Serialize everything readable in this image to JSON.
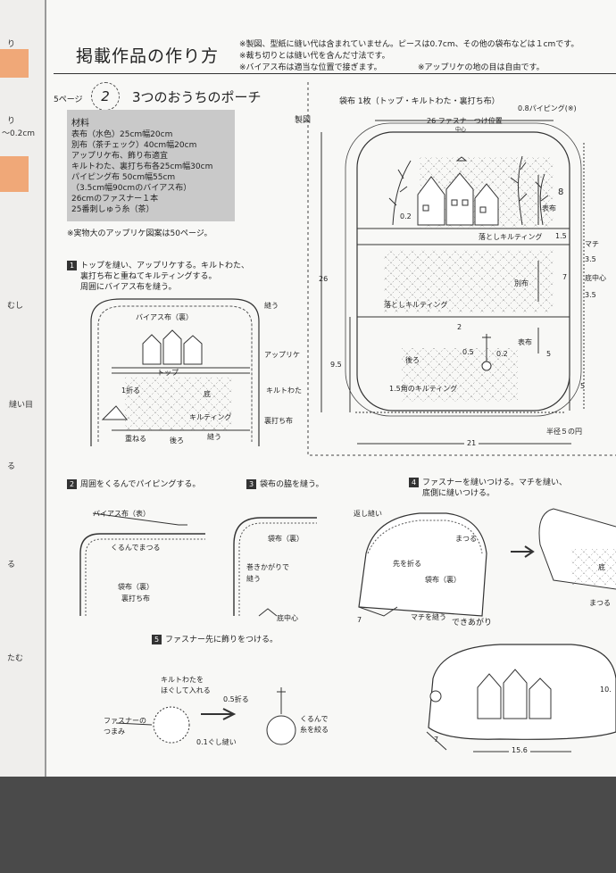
{
  "header": {
    "title": "掲載作品の作り方",
    "note1": "※製図、型紙に縫い代は含まれていません。ピースは0.7cm、その他の袋布などは１cmです。",
    "note2": "※裁ち切りとは縫い代を含んだ寸法です。",
    "note3a": "※バイアス布は適当な位置で接ぎます。",
    "note3b": "※アップリケの地の目は自由です。"
  },
  "project": {
    "page_ref": "5ページ",
    "number": "2",
    "title": "3つのおうちのポーチ"
  },
  "materials": {
    "heading": "材料",
    "items": [
      "表布（水色）25cm幅20cm",
      "別布（茶チェック）40cm幅20cm",
      "アップリケ布、飾り布適宜",
      "キルトわた、裏打ち布各25cm幅30cm",
      "パイピング布 50cm幅55cm",
      "（3.5cm幅90cmのバイアス布）",
      "26cmのファスナー１本",
      "25番刺しゅう糸（茶）"
    ],
    "note": "※実物大のアップリケ図案は50ページ。"
  },
  "left_strip": [
    "り",
    "り",
    "～0.2cm",
    "むし",
    "縫い目",
    "る",
    "る",
    "たむ"
  ],
  "steps": [
    {
      "num": "1",
      "text": [
        "トップを縫い、アップリケする。キルトわた、",
        "裏打ち布と重ねてキルティングする。",
        "周囲にバイアス布を縫う。"
      ]
    },
    {
      "num": "2",
      "text": [
        "周囲をくるんでパイピングする。"
      ]
    },
    {
      "num": "3",
      "text": [
        "袋布の脇を縫う。"
      ]
    },
    {
      "num": "4",
      "text": [
        "ファスナーを縫いつける。マチを縫い、",
        "底側に縫いつける。"
      ]
    },
    {
      "num": "5",
      "text": [
        "ファスナー先に飾りをつける。"
      ]
    }
  ],
  "pattern": {
    "title": "袋布 1枚（トップ・キルトわた・裏打ち布）",
    "label": "製図",
    "zipper_pos": "26 ファスナーつけ位置",
    "center": "中心",
    "piping": "0.8パイピング(※)",
    "dim_8": "8",
    "dim_0_2": "0.2",
    "omote": "表布",
    "otoshi1": "落としキルティング",
    "dim_1_5": "1.5",
    "machi": "マチ",
    "dim_3_5a": "3.5",
    "sokochushin": "底中心",
    "dim_3_5b": "3.5",
    "dim_7": "7",
    "betsu": "別布",
    "dim_26": "26",
    "otoshi2": "落としキルティング",
    "dim_2": "2",
    "dim_0_5": "0.5",
    "dim_0_2b": "0.2",
    "omote2": "表布",
    "dim_5a": "5",
    "ushiro": "後ろ",
    "dim_9_5": "9.5",
    "koshi": "1.5角のキルティング",
    "dim_5b": "5",
    "radius": "半径５の円",
    "dim_21": "21"
  },
  "fig1": {
    "nuu": "縫う",
    "bias": "バイアス布（裏）",
    "appli": "アップリケ",
    "top": "トップ",
    "fold": "1折る",
    "soko": "底",
    "quilt_wata": "キルトわた",
    "quilting": "キルティング",
    "ura": "裏打ち布",
    "overlap": "重ねる",
    "ushiro": "後ろ",
    "nuu2": "縫う"
  },
  "fig2": {
    "bias": "バイアス布（表）",
    "kurumu": "くるんでまつる",
    "fukuro": "袋布（裏）",
    "ura": "裏打ち布"
  },
  "fig3": {
    "fukuro": "袋布（裏）",
    "sew": "巻きかがりで",
    "sew2": "縫う",
    "center": "底中心"
  },
  "fig4": {
    "kaeshi": "返し縫い",
    "matsuru": "まつる",
    "saki": "先を折る",
    "fukuro": "袋布（裏）",
    "dim_7": "7",
    "machi": "マチを縫う",
    "soko": "底",
    "matsuru2": "まつる"
  },
  "fig5": {
    "wata": "キルトわたを",
    "wata2": "ほぐして入れる",
    "fold": "0.5折る",
    "tsumami": "ファスナーの",
    "tsumami2": "つまみ",
    "gushi": "0.1ぐし縫い",
    "kurunde": "くるんで",
    "kurunde2": "糸を絞る"
  },
  "finished": {
    "label": "できあがり",
    "dim_10": "10.",
    "dim_7": "7",
    "dim_15": "15.6"
  }
}
